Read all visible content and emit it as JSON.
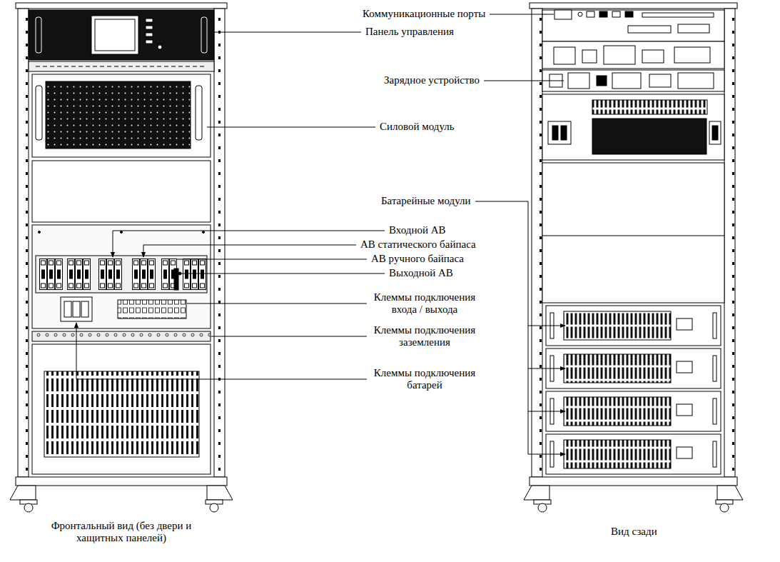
{
  "diagram": {
    "labels": [
      "Коммуникационные порты",
      "Панель управления",
      "Зарядное устройство",
      "Силовой модуль",
      "Батарейные модули",
      "Входной АВ",
      "АВ статического байпаса",
      "АВ ручного байпаса",
      "Выходной АВ",
      "Клеммы подключения входа / выхода",
      "Клеммы подключения заземления",
      "Клеммы подключения батарей",
      "Фронтальный вид (без двери и хащитных панелей)",
      "Вид сзади"
    ]
  }
}
